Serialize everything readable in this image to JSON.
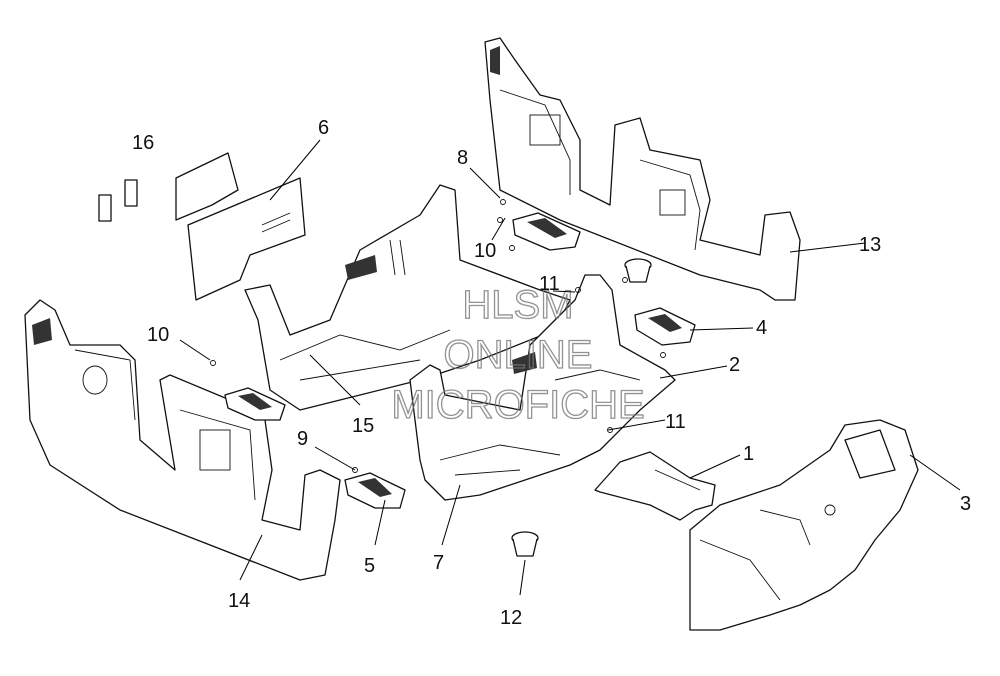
{
  "watermark": {
    "line1": "HLSM",
    "line2": "ONLINE",
    "line3": "MICROFICHE"
  },
  "callouts": {
    "c1": "1",
    "c2": "2",
    "c3": "3",
    "c4": "4",
    "c5": "5",
    "c6": "6",
    "c7": "7",
    "c8": "8",
    "c9": "9",
    "c10a": "10",
    "c10b": "10",
    "c11a": "11",
    "c11b": "11",
    "c12": "12",
    "c13": "13",
    "c14": "14",
    "c15": "15",
    "c16": "16"
  }
}
